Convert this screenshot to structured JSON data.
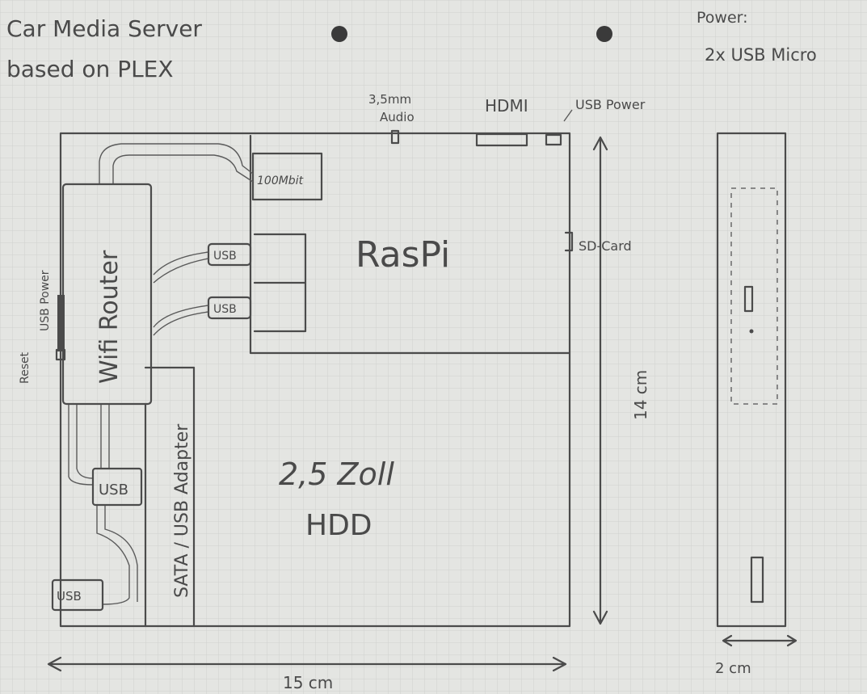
{
  "title": {
    "line1": "Car Media Server",
    "line2": "based on PLEX"
  },
  "power_note": {
    "line1": "Power:",
    "line2": "2x USB Micro"
  },
  "top_ports": {
    "audio_line1": "3,5mm",
    "audio_line2": "Audio",
    "hdmi": "HDMI",
    "usb_power": "USB Power"
  },
  "raspi": {
    "label": "RasPi",
    "ethernet": "100Mbit",
    "usb1": "USB",
    "usb2": "USB",
    "sd_card": "SD-Card"
  },
  "router": {
    "label": "Wifi Router",
    "usb_power": "USB Power",
    "reset": "Reset"
  },
  "adapter": {
    "label": "SATA / USB Adapter",
    "usb1": "USB",
    "usb2": "USB"
  },
  "hdd": {
    "line1": "2,5 Zoll",
    "line2": "HDD"
  },
  "dimensions": {
    "height": "14 cm",
    "width": "15 cm",
    "depth": "2 cm"
  },
  "colors": {
    "paper": "#e4e5e2",
    "grid": "#cfd1cf",
    "pencil": "#4b4b4b"
  }
}
